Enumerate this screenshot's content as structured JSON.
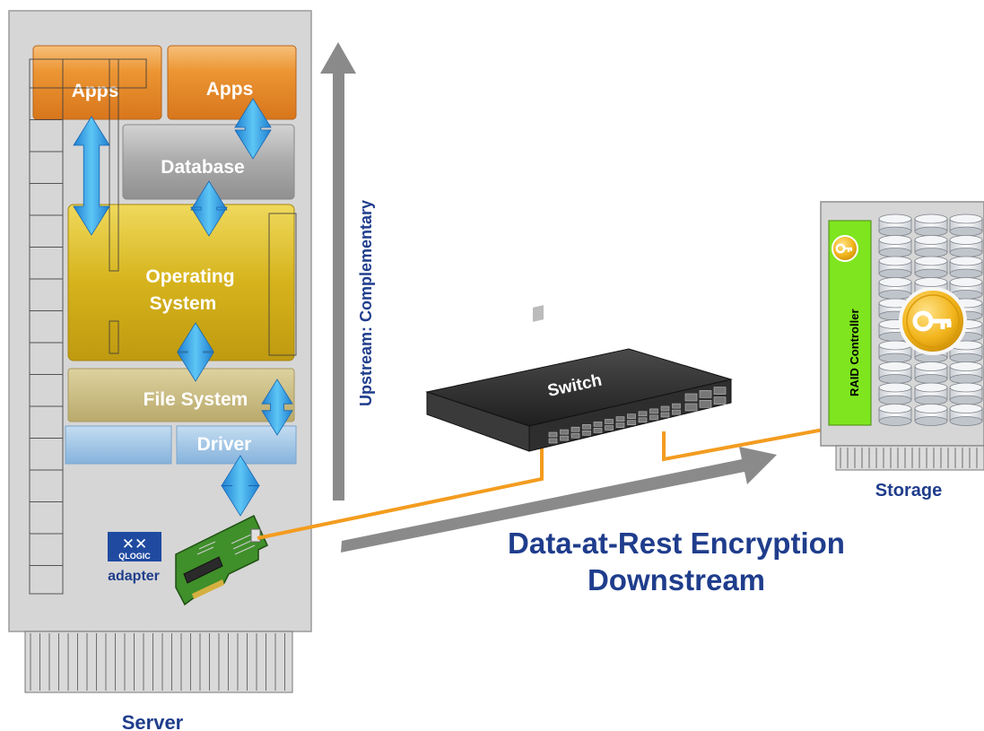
{
  "server": {
    "caption": "Server",
    "layers": {
      "apps_left": "Apps",
      "apps_right": "Apps",
      "database": "Database",
      "os_line1": "Operating",
      "os_line2": "System",
      "file_system": "File System",
      "driver": "Driver"
    },
    "adapter": {
      "logo_text": "QLOGIC",
      "label": "adapter"
    }
  },
  "switch": {
    "label": "Switch"
  },
  "storage": {
    "caption": "Storage",
    "controller_label": "RAID Controller"
  },
  "arrows": {
    "upstream_label": "Upstream: Complementary",
    "downstream_line1": "Data-at-Rest Encryption",
    "downstream_line2": "Downstream"
  },
  "colors": {
    "orange_layer": "#e8922e",
    "gray_layer": "#a9a9a9",
    "os_layer": "#d9b51c",
    "fs_layer": "#c9b97a",
    "driver_layer": "#9cc3e3",
    "arrow_blue": "#2a9de0",
    "cable_orange": "#f39c1f",
    "gray_arrow": "#8a8a8a",
    "text_navy": "#1f3d8c",
    "raid_green": "#7fe51f",
    "key_gold": "#f0b419"
  }
}
